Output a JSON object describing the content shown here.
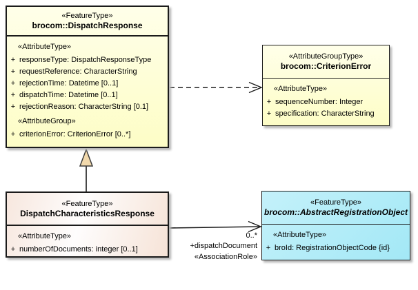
{
  "boxes": {
    "dispatchResponse": {
      "stereotype": "«FeatureType»",
      "name": "brocom::DispatchResponse",
      "attr_heading": "«AttributeType»",
      "attributes": [
        {
          "vis": "+",
          "text": "responseType: DispatchResponseType"
        },
        {
          "vis": "+",
          "text": "requestReference: CharacterString"
        },
        {
          "vis": "+",
          "text": "rejectionTime: Datetime [0..1]"
        },
        {
          "vis": "+",
          "text": "dispatchTime: Datetime [0..1]"
        },
        {
          "vis": "+",
          "text": "rejectionReason: CharacterString [0.1]"
        }
      ],
      "group_heading": "«AttributeGroup»",
      "group_attributes": [
        {
          "vis": "+",
          "text": "criterionError: CriterionError [0..*]"
        }
      ]
    },
    "criterionError": {
      "stereotype": "«AttributeGroupType»",
      "name": "brocom::CriterionError",
      "attr_heading": "«AttributeType»",
      "attributes": [
        {
          "vis": "+",
          "text": "sequenceNumber: Integer"
        },
        {
          "vis": "+",
          "text": "specification: CharacterString"
        }
      ]
    },
    "dispatchCharacteristicsResponse": {
      "stereotype": "«FeatureType»",
      "name": "DispatchCharacteristicsResponse",
      "attr_heading": "«AttributeType»",
      "attributes": [
        {
          "vis": "+",
          "text": "numberOfDocuments: integer [0..1]"
        }
      ]
    },
    "abstractRegistrationObject": {
      "stereotype": "«FeatureType»",
      "name": "brocom::AbstractRegistrationObject",
      "attr_heading": "«AttributeType»",
      "attributes": [
        {
          "vis": "+",
          "text": "broId: RegistrationObjectCode {id}"
        }
      ]
    }
  },
  "association": {
    "multiplicity": "0..*",
    "role": "+dispatchDocument",
    "stereotype": "«AssociationRole»"
  },
  "colors": {
    "yellow_fill": "#FDFDC6",
    "pink_fill": "#F6E3D7",
    "cyan_fill": "#A6E9F6",
    "triangle_fill": "#F2D9AC",
    "border": "#1B1B1B"
  }
}
